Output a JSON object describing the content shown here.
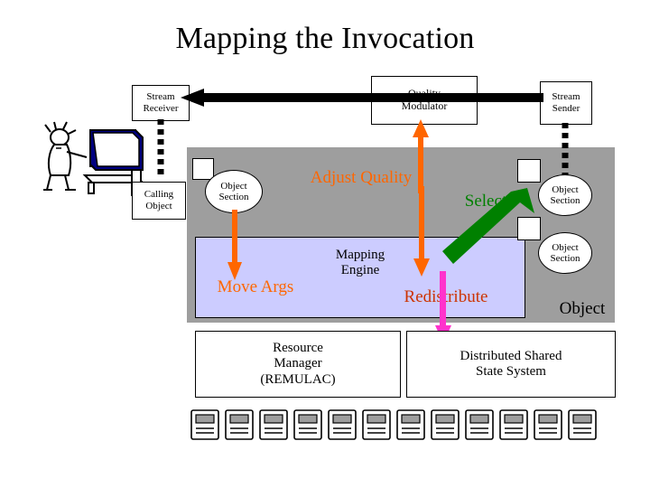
{
  "title": "Mapping the Invocation",
  "nodes": {
    "stream_receiver": "Stream\nReceiver",
    "stream_receiver_l1": "Stream",
    "stream_receiver_l2": "Receiver",
    "quality_modulator_l1": "Quality",
    "quality_modulator_l2": "Modulator",
    "stream_sender_l1": "Stream",
    "stream_sender_l2": "Sender",
    "calling_object_l1": "Calling",
    "calling_object_l2": "Object",
    "object_section_l1": "Object",
    "object_section_l2": "Section",
    "mapping_engine_l1": "Mapping",
    "mapping_engine_l2": "Engine",
    "resource_manager_l1": "Resource",
    "resource_manager_l2": "Manager",
    "resource_manager_l3": "(REMULAC)",
    "dss_l1": "Distributed Shared",
    "dss_l2": "State System",
    "object_label": "Object"
  },
  "labels": {
    "adjust_quality": "Adjust Quality",
    "select": "Select",
    "move_args": "Move Args",
    "redistribute": "Redistribute"
  },
  "colors": {
    "accent_orange": "#ff6600",
    "accent_green": "#008000",
    "accent_red": "#cc3300",
    "panel_grey": "#9e9e9e",
    "panel_lavender": "#ccccff",
    "magenta": "#ff33cc"
  },
  "icons": {
    "workstation": "workstation-user-icon",
    "disk": "disk-cylinder-icon"
  }
}
